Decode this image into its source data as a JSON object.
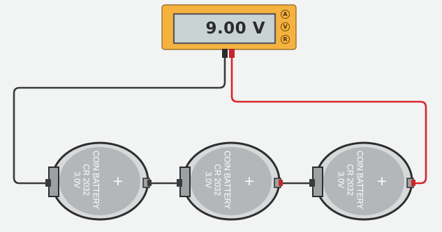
{
  "multimeter": {
    "reading": "9.00 V",
    "mode_buttons": [
      "A",
      "V",
      "R"
    ]
  },
  "batteries": [
    {
      "line1": "COIN BATTERY",
      "line2": "CR 2032",
      "line3": "3.0V",
      "symbol": "+"
    },
    {
      "line1": "COIN BATTERY",
      "line2": "CR 2032",
      "line3": "3.0V",
      "symbol": "+"
    },
    {
      "line1": "COIN BATTERY",
      "line2": "CR 2032",
      "line3": "3.0V",
      "symbol": "+"
    }
  ],
  "colors": {
    "background": "#f2f3f3",
    "meter_body": "#f6b23f",
    "meter_screen": "#c9d3d3",
    "battery_face": "#b3b7b9",
    "battery_shell": "#2e2e2e",
    "wire_black": "#3b3b3b",
    "wire_red": "#d8262b",
    "terminal_red": "#c8252b"
  }
}
